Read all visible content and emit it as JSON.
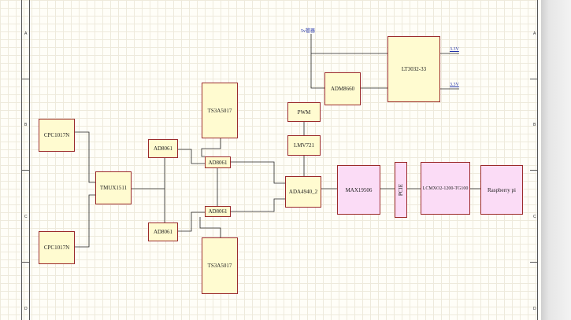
{
  "sheet": {
    "zones": [
      "A",
      "B",
      "C",
      "D"
    ]
  },
  "blocks": {
    "cpc_top": "CPC1017N",
    "cpc_bottom": "CPC1017N",
    "tmux": "TMUX1511",
    "ad8061_ul": "AD8061",
    "ad8061_ll": "AD8061",
    "ad8061_um": "AD8061",
    "ad8061_lm": "AD8061",
    "ts3_top": "TS3A5017",
    "ts3_bottom": "TS3A5017",
    "pwm": "PWM",
    "lmv721": "LMV721",
    "ada4940": "ADA4940_2",
    "adm8660": "ADM8660",
    "lt3032": "LT3032-33",
    "max19506": "MAX19506",
    "pcie": "PCIE",
    "lcmxo2": "LCMXO2-1200-TG100",
    "rpi": "Raspberry pi"
  },
  "nets": {
    "supply_5v": "5v管器",
    "out_3v3_top": "3.3V",
    "out_3v3_bottom": "3.3V"
  },
  "colors": {
    "block_fill": "#fffbd0",
    "block_fill_pink": "#fbdcf6",
    "block_border": "#9b2a2a",
    "wire": "#222222",
    "net_label": "#2233aa"
  }
}
